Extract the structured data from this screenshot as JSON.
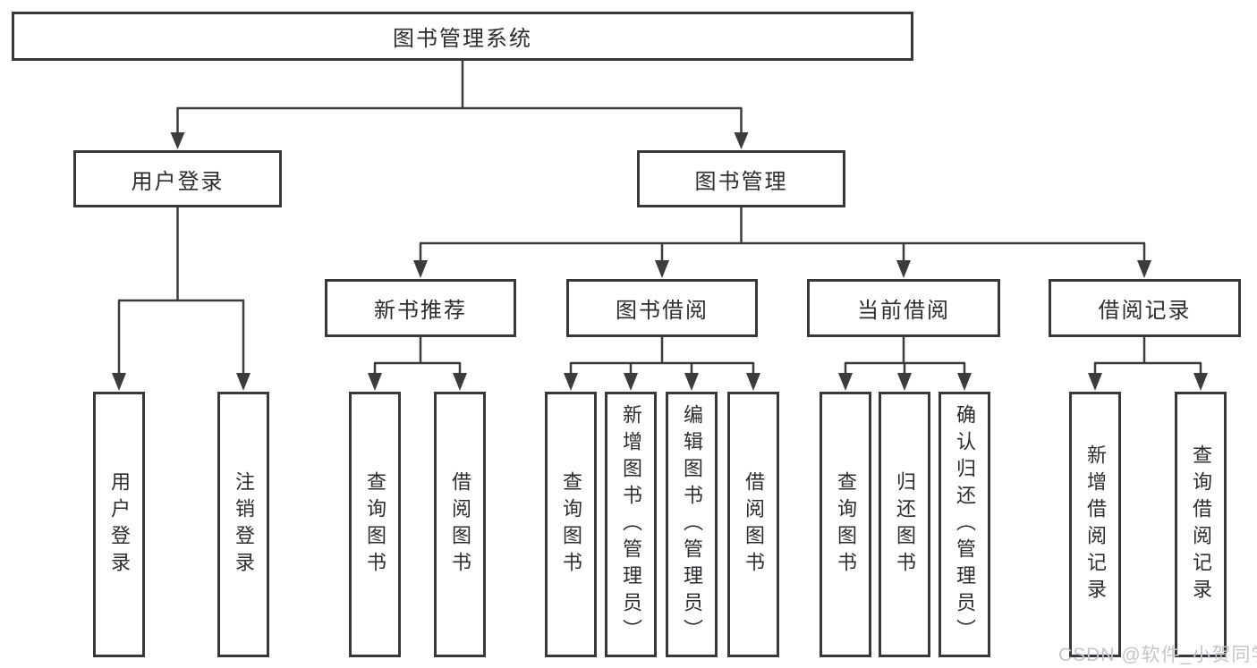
{
  "diagram": {
    "root": {
      "label": "图书管理系统"
    },
    "level2": [
      {
        "id": "user-login",
        "label": "用户登录",
        "parent": "图书管理系统"
      },
      {
        "id": "book-management",
        "label": "图书管理",
        "parent": "图书管理系统"
      }
    ],
    "level3": [
      {
        "id": "new-book-recommend",
        "label": "新书推荐",
        "parent": "图书管理"
      },
      {
        "id": "book-borrow",
        "label": "图书借阅",
        "parent": "图书管理"
      },
      {
        "id": "current-borrow",
        "label": "当前借阅",
        "parent": "图书管理"
      },
      {
        "id": "borrow-records",
        "label": "借阅记录",
        "parent": "图书管理"
      }
    ],
    "leaves": [
      {
        "id": "user-login",
        "label": "用户登录",
        "parent": "用户登录"
      },
      {
        "id": "logout",
        "label": "注销登录",
        "parent": "用户登录"
      },
      {
        "id": "query-books-recommend",
        "label": "查询图书",
        "parent": "新书推荐"
      },
      {
        "id": "borrow-books-recommend",
        "label": "借阅图书",
        "parent": "新书推荐"
      },
      {
        "id": "query-books-borrow",
        "label": "查询图书",
        "parent": "图书借阅"
      },
      {
        "id": "add-book-admin",
        "label": "新增图书（管理员）",
        "parent": "图书借阅"
      },
      {
        "id": "edit-book-admin",
        "label": "编辑图书（管理员）",
        "parent": "图书借阅"
      },
      {
        "id": "borrow-books-borrow",
        "label": "借阅图书",
        "parent": "图书借阅"
      },
      {
        "id": "query-books-current",
        "label": "查询图书",
        "parent": "当前借阅"
      },
      {
        "id": "return-book",
        "label": "归还图书",
        "parent": "当前借阅"
      },
      {
        "id": "confirm-return-admin",
        "label": "确认归还（管理员）",
        "parent": "当前借阅"
      },
      {
        "id": "add-borrow-record",
        "label": "新增借阅记录",
        "parent": "借阅记录"
      },
      {
        "id": "query-borrow-record",
        "label": "查询借阅记录",
        "parent": "借阅记录"
      }
    ]
  },
  "watermark": {
    "text": "CSDN @软件_小贺同学"
  },
  "colors": {
    "line": "#3a3c40",
    "border": "#36383c",
    "text": "#2b2d31",
    "watermark": "#c3c6ca",
    "background": "#ffffff"
  }
}
